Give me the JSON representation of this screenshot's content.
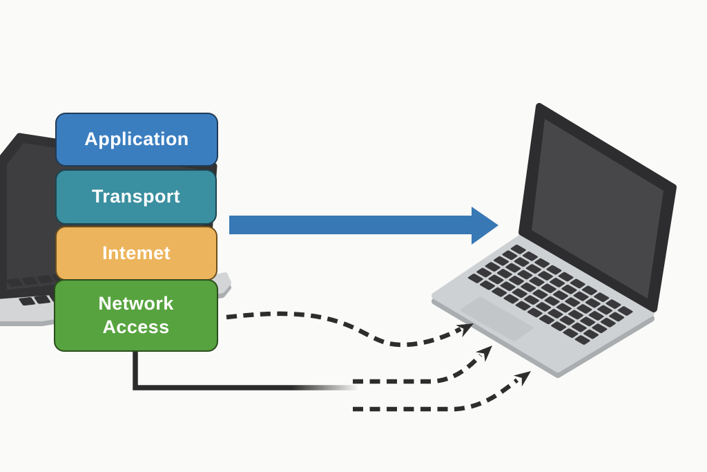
{
  "canvas": {
    "background": "#fafaf8"
  },
  "stack": {
    "text_color": "#ffffff",
    "layers": [
      {
        "id": "application",
        "label": "Application",
        "color": "#3b7ec0",
        "border": "#1f3a55"
      },
      {
        "id": "transport",
        "label": "Transport",
        "color": "#3a8fa0",
        "border": "#1d444d"
      },
      {
        "id": "internet",
        "label": "Intemet",
        "color": "#ecb45c",
        "border": "#6b4f1e"
      },
      {
        "id": "network-access",
        "label": "Network Access",
        "color": "#57a33f",
        "border": "#2a4d1d"
      }
    ]
  },
  "flows": {
    "main_arrow": {
      "icon": "right-arrow-icon",
      "color": "#3878b5"
    },
    "solid_link": {
      "icon": "fading-link-line",
      "color": "#2b2b2b"
    },
    "dashed": {
      "icon": "dashed-flow-arrow",
      "color": "#2d2d2d",
      "count": 3
    }
  },
  "devices": {
    "left_laptop": {
      "icon": "laptop-icon",
      "screen_frame": "#323234",
      "screen": "#3e3e41",
      "body": "#d3d5d7",
      "body_shadow": "#abaeb0",
      "keys": "#333335"
    },
    "right_laptop": {
      "icon": "laptop-icon",
      "screen_frame": "#2d2d2f",
      "screen": "#47474a",
      "body": "#ced1d3",
      "body_shadow": "#a9adaf",
      "keys": "#39393b",
      "trackpad": "#c3c6c8"
    }
  }
}
